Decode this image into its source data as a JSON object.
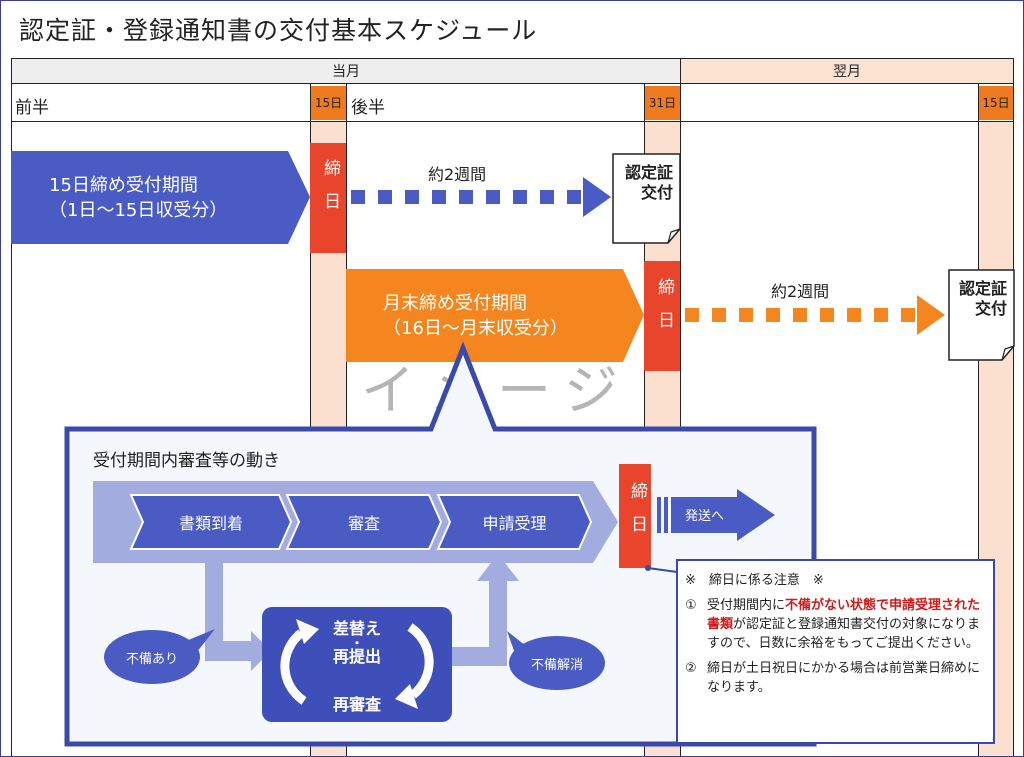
{
  "title": "認定証・登録通知書の交付基本スケジュール",
  "header": {
    "current_month": "当月",
    "next_month": "翌月",
    "first_half": "前半",
    "second_half": "後半",
    "day15": "15日",
    "day31": "31日",
    "day15_next": "15日"
  },
  "period1": {
    "line1": "15日締め受付期間",
    "line2": "（1日～15日収受分）"
  },
  "period2": {
    "line1": "月末締め受付期間",
    "line2": "（16日～月末収受分）"
  },
  "closing_label": "締日",
  "about_two_weeks": "約2週間",
  "cert_issue": "認定証交付",
  "watermark": "イメージ",
  "process": {
    "title": "受付期間内審査等の動き",
    "steps": [
      "書類到着",
      "審査",
      "申請受理"
    ],
    "ship": "発送へ",
    "defect": "不備あり",
    "defect_resolved": "不備解消",
    "loop": {
      "top": "差替え",
      "dot": "・",
      "mid": "再提出",
      "bottom": "再審査"
    }
  },
  "note": {
    "title": "※　締日に係る注意　※",
    "item1_num": "①",
    "item1_pre": "受付期間内に",
    "item1_red": "不備がない状態で申請受理された書類",
    "item1_post": "が認定証と登録通知書交付の対象になりますので、日数に余裕をもってご提出ください。",
    "item2_num": "②",
    "item2": "締日が土日祝日にかかる場合は前営業日締めになります。"
  },
  "colors": {
    "blue": "#4a5bc4",
    "orange": "#f5861f",
    "red": "#e8452c",
    "peach": "#fbe0cf",
    "lightblue": "#9aa6e0",
    "navy": "#3a4aa8"
  }
}
